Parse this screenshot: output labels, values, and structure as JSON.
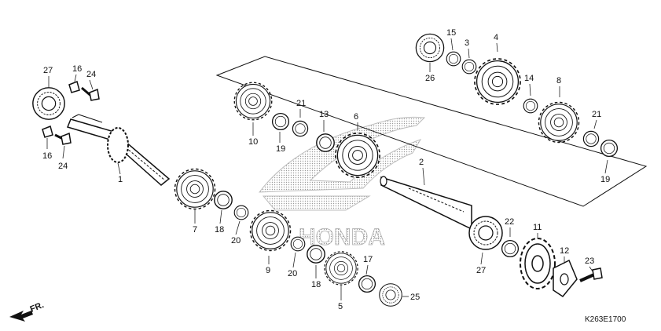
{
  "diagram": {
    "drawing_code": "K263E1700",
    "direction_label": "FR.",
    "watermark_text": "HONDA",
    "callouts": [
      {
        "id": "c27a",
        "label": "27"
      },
      {
        "id": "c16a",
        "label": "16"
      },
      {
        "id": "c24a",
        "label": "24"
      },
      {
        "id": "c16b",
        "label": "16"
      },
      {
        "id": "c24b",
        "label": "24"
      },
      {
        "id": "c1",
        "label": "1"
      },
      {
        "id": "c7",
        "label": "7"
      },
      {
        "id": "c18a",
        "label": "18"
      },
      {
        "id": "c20a",
        "label": "20"
      },
      {
        "id": "c9",
        "label": "9"
      },
      {
        "id": "c20b",
        "label": "20"
      },
      {
        "id": "c18b",
        "label": "18"
      },
      {
        "id": "c5",
        "label": "5"
      },
      {
        "id": "c17",
        "label": "17"
      },
      {
        "id": "c25",
        "label": "25"
      },
      {
        "id": "c10",
        "label": "10"
      },
      {
        "id": "c19a",
        "label": "19"
      },
      {
        "id": "c21a",
        "label": "21"
      },
      {
        "id": "c13",
        "label": "13"
      },
      {
        "id": "c6",
        "label": "6"
      },
      {
        "id": "c2",
        "label": "2"
      },
      {
        "id": "c26",
        "label": "26"
      },
      {
        "id": "c15",
        "label": "15"
      },
      {
        "id": "c3",
        "label": "3"
      },
      {
        "id": "c4",
        "label": "4"
      },
      {
        "id": "c14",
        "label": "14"
      },
      {
        "id": "c8",
        "label": "8"
      },
      {
        "id": "c21b",
        "label": "21"
      },
      {
        "id": "c19b",
        "label": "19"
      },
      {
        "id": "c27b",
        "label": "27"
      },
      {
        "id": "c22",
        "label": "22"
      },
      {
        "id": "c11",
        "label": "11"
      },
      {
        "id": "c12",
        "label": "12"
      },
      {
        "id": "c23",
        "label": "23"
      }
    ]
  }
}
